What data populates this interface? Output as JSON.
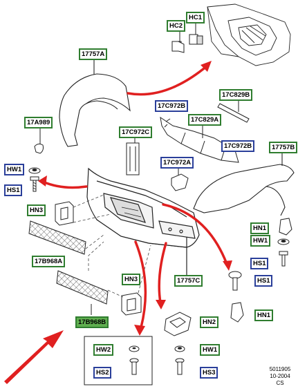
{
  "labels": {
    "hc1": "HC1",
    "hc2": "HC2",
    "a17757": "17757A",
    "c17829b": "17C829B",
    "c17972b_top": "17C972B",
    "c17829a": "17C829A",
    "c17972b_right": "17C972B",
    "a17989": "17A989",
    "c17972c": "17C972C",
    "c17972a": "17C972A",
    "b17757": "17757B",
    "hw1_left": "HW1",
    "hs1_left": "HS1",
    "hn3_top": "HN3",
    "b17968a": "17B968A",
    "c17757": "17757C",
    "hn1_right": "HN1",
    "hw1_right": "HW1",
    "hs1_right": "HS1",
    "hs1_mid": "HS1",
    "hn1_mid": "HN1",
    "hn3_low": "HN3",
    "b17968b": "17B968B",
    "hn2": "HN2",
    "hw2": "HW2",
    "hw1_low": "HW1",
    "hs2": "HS2",
    "hs3": "HS3"
  },
  "footer": {
    "code": "5011905",
    "date": "10-2004",
    "cs": "CS"
  },
  "colors": {
    "arrow_red": "#e02020",
    "label_green": "#2f7d2f",
    "label_blue": "#2a3f9a",
    "highlight": "#5fae4f"
  }
}
